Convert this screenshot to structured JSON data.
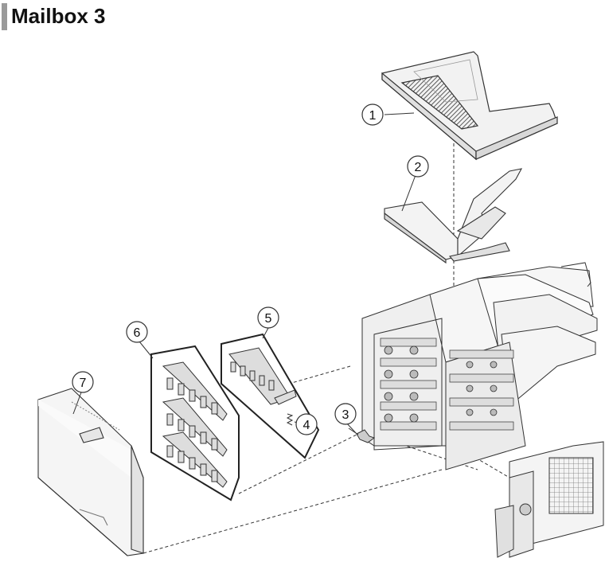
{
  "page": {
    "title": "Mailbox 3"
  },
  "callouts": [
    {
      "id": 1,
      "label": "1"
    },
    {
      "id": 2,
      "label": "2"
    },
    {
      "id": 3,
      "label": "3"
    },
    {
      "id": 4,
      "label": "4"
    },
    {
      "id": 5,
      "label": "5"
    },
    {
      "id": 6,
      "label": "6"
    },
    {
      "id": 7,
      "label": "7"
    }
  ]
}
